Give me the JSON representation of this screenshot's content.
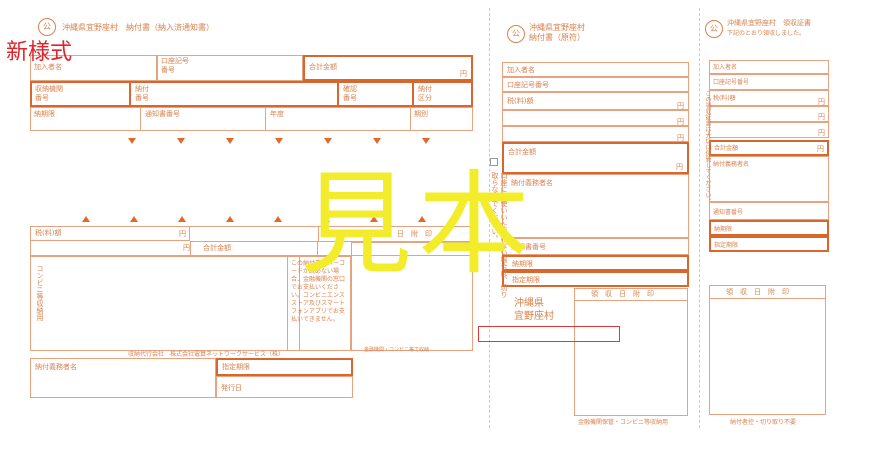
{
  "overlay": {
    "new_format": "新様式",
    "sample": "見本"
  },
  "left": {
    "title": "沖縄県宜野座村　納付書（納入済通知書）",
    "seal": "公",
    "subscriber_name": "加入者名",
    "account_number": "口座記号\n番号",
    "total_amount": "合計金額",
    "yen": "円",
    "institution_number": "収納機関\n番号",
    "payment_number": "納付\n番号",
    "confirm_number": "確認\n番号",
    "payment_category": "納付\n区分",
    "payment_deadline": "納期限",
    "notice_number": "通知書番号",
    "year": "年度",
    "installment": "期別",
    "tax_amount": "税(料)額",
    "total_amount_2": "合計金額",
    "receipt_stamp": "領　収　日　附　印",
    "convenience_label": "コンビニ等収納用",
    "barcode_notice": "この納付書のバーコードが読めない場合、金融機関の窓口でお支払いください。コンビニエンスストア及びスマートフォンアプリでお支払いできません。",
    "company": "収納代行会社　株式会社電算ネットワークサービス（株）",
    "payer_name": "納付義務者名",
    "deadline_label": "指定期限",
    "issue_date": "発行日",
    "bottom_note": "金融機関・コンビニ等で収納"
  },
  "middle": {
    "seal": "公",
    "title1": "沖縄県宜野座村",
    "title2": "納付書（原符）",
    "subscriber_name": "加入者名",
    "account_number": "口座記号番号",
    "tax_amount": "税(料)額",
    "yen": "円",
    "total_amount": "合計金額",
    "payer_name": "納付義務者名",
    "notice_number": "通知書番号",
    "payment_deadline": "納期限",
    "designated_deadline": "指定期限",
    "issuer1": "沖縄県",
    "issuer2": "宜野座村",
    "receipt_stamp": "領　収　日　附　印",
    "bottom_note": "金融機関保管・コンビニ等収納用",
    "vertical_note": "口座にお使いいただけない場合は、切り取らないでください。"
  },
  "right": {
    "seal": "公",
    "title1": "沖縄県宜野座村　領収証書",
    "title2": "下記のとおり領収しました。",
    "subscriber_name": "加入者名",
    "account_number": "口座記号番号",
    "tax_amount": "税(料)額",
    "yen": "円",
    "total_amount": "合計金額",
    "payer_name": "納付義務者名",
    "notice_number": "通知書番号",
    "payment_deadline": "納期限",
    "designated_deadline": "指定期限",
    "receipt_stamp": "領　収　日　附　印",
    "bottom_note": "納付者控・切り取り不要",
    "vertical_note": "この領収証書は大切に保管してください。"
  }
}
